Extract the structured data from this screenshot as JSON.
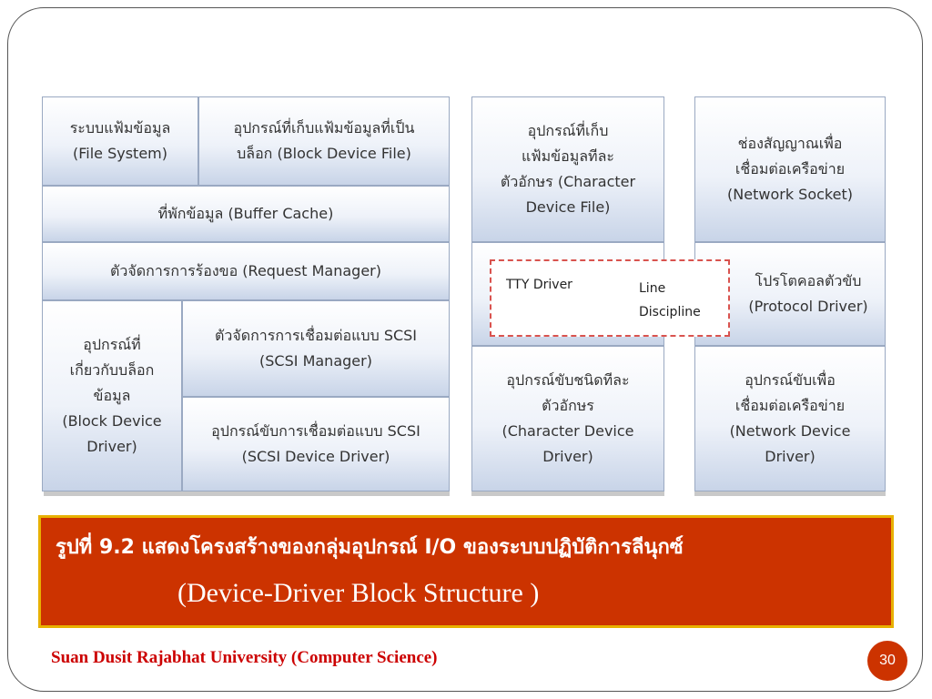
{
  "diagram": {
    "file_system": "ระบบแฟ้มข้อมูล\n(File System)",
    "block_device_file": "อุปกรณ์ที่เก็บแฟ้มข้อมูลที่เป็น\nบล็อก (Block Device File)",
    "buffer_cache": "ที่พักข้อมูล (Buffer Cache)",
    "request_manager": "ตัวจัดการการร้องขอ (Request Manager)",
    "block_device_driver": "อุปกรณ์ที่\nเกี่ยวกับบล็อก\nข้อมูล\n(Block Device\nDriver)",
    "scsi_manager": "ตัวจัดการการเชื่อมต่อแบบ SCSI\n(SCSI Manager)",
    "scsi_device_driver": "อุปกรณ์ขับการเชื่อมต่อแบบ SCSI\n(SCSI Device Driver)",
    "character_device_file": "อุปกรณ์ที่เก็บ\nแฟ้มข้อมูลทีละ\nตัวอักษร (Character\nDevice File)",
    "tty_driver": "TTY Driver",
    "line_discipline": "Line\nDiscipline",
    "character_device_driver": "อุปกรณ์ขับชนิดทีละ\nตัวอักษร\n(Character Device\nDriver)",
    "network_socket": "ช่องสัญญาณเพื่อ\nเชื่อมต่อเครือข่าย\n(Network Socket)",
    "protocol_driver": "โปรโตคอลตัวขับ\n(Protocol Driver)",
    "network_device_driver": "อุปกรณ์ขับเพื่อ\nเชื่อมต่อเครือข่าย\n(Network Device\nDriver)"
  },
  "caption": {
    "line1": "รูปที่ 9.2  แสดงโครงสร้างของกลุ่มอุปกรณ์ I/O ของระบบปฏิบัติการลีนุกซ์",
    "line2": "(Device-Driver Block Structure )"
  },
  "footer": {
    "text": "Suan Dusit Rajabhat University (Computer Science)",
    "page_number": "30"
  },
  "colors": {
    "caption_bg": "#cc3300",
    "caption_border": "#e8b100",
    "footer_text": "#cc0000",
    "box_gradient_bottom": "#c8d4e8"
  }
}
